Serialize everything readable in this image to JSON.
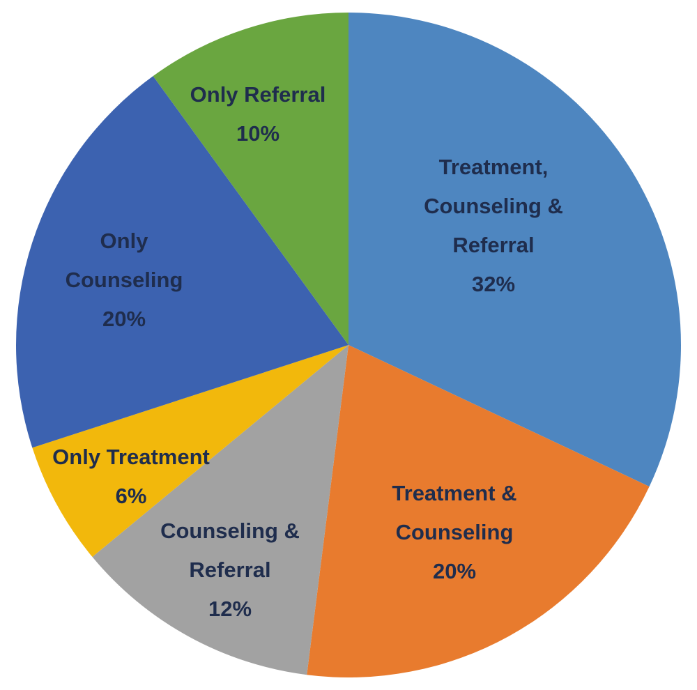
{
  "chart_data": {
    "type": "pie",
    "start_angle_deg": 0,
    "direction": "clockwise",
    "slices": [
      {
        "label": [
          "Treatment,",
          "Counseling &",
          "Referral",
          "32%"
        ],
        "value": 32,
        "color": "#4e86c0"
      },
      {
        "label": [
          "Treatment &",
          "Counseling",
          "20%"
        ],
        "value": 20,
        "color": "#e87b2e"
      },
      {
        "label": [
          "Counseling &",
          "Referral",
          "12%"
        ],
        "value": 12,
        "color": "#a2a2a2"
      },
      {
        "label": [
          "Only Treatment",
          "6%"
        ],
        "value": 6,
        "color": "#f2b80c"
      },
      {
        "label": [
          "Only",
          "Counseling",
          "20%"
        ],
        "value": 20,
        "color": "#3c62b0"
      },
      {
        "label": [
          "Only Referral",
          "10%"
        ],
        "value": 10,
        "color": "#6aa640"
      }
    ]
  }
}
